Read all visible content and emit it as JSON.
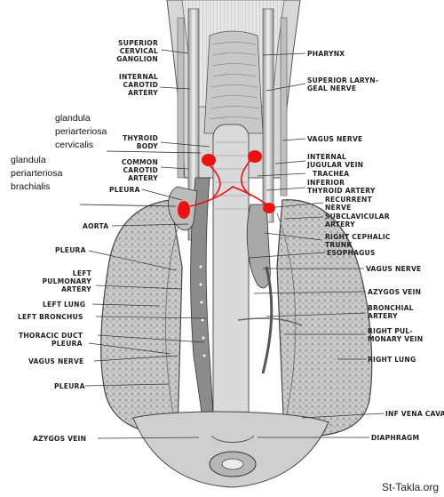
{
  "labels_left": [
    {
      "id": "superior-cervical-ganglion",
      "lines": [
        "SUPERIOR",
        "CERVICAL",
        "GANGLION"
      ]
    },
    {
      "id": "internal-carotid-artery",
      "lines": [
        "INTERNAL",
        "CAROTID",
        "ARTERY"
      ]
    },
    {
      "id": "thyroid-body",
      "lines": [
        "THYROID",
        "BODY"
      ]
    },
    {
      "id": "common-carotid-artery",
      "lines": [
        "COMMON",
        "CAROTID",
        "ARTERY"
      ]
    },
    {
      "id": "pleura-upper",
      "lines": [
        "PLEURA"
      ]
    },
    {
      "id": "aorta",
      "lines": [
        "AORTA"
      ]
    },
    {
      "id": "pleura-left",
      "lines": [
        "PLEURA"
      ]
    },
    {
      "id": "left-pulmonary-artery",
      "lines": [
        "LEFT",
        "PULMONARY",
        "ARTERY"
      ]
    },
    {
      "id": "left-lung",
      "lines": [
        "LEFT LUNG"
      ]
    },
    {
      "id": "left-bronchus",
      "lines": [
        "LEFT BRONCHUS"
      ]
    },
    {
      "id": "thoracic-duct",
      "lines": [
        "THORACIC DUCT"
      ]
    },
    {
      "id": "pleura-mid",
      "lines": [
        "PLEURA"
      ]
    },
    {
      "id": "vagus-nerve-left",
      "lines": [
        "VAGUS NERVE"
      ]
    },
    {
      "id": "pleura-lower",
      "lines": [
        "PLEURA"
      ]
    },
    {
      "id": "azygos-vein-bottom",
      "lines": [
        "AZYGOS VEIN"
      ]
    }
  ],
  "labels_right": [
    {
      "id": "pharynx",
      "lines": [
        "PHARYNX"
      ]
    },
    {
      "id": "superior-laryngeal-nerve",
      "lines": [
        "SUPERIOR LARYN-",
        "GEAL NERVE"
      ]
    },
    {
      "id": "vagus-nerve-upper",
      "lines": [
        "VAGUS NERVE"
      ]
    },
    {
      "id": "internal-jugular-vein",
      "lines": [
        "INTERNAL",
        "JUGULAR VEIN"
      ]
    },
    {
      "id": "trachea",
      "lines": [
        "TRACHEA"
      ]
    },
    {
      "id": "inferior-thyroid-artery",
      "lines": [
        "INFERIOR",
        "THYROID ARTERY"
      ]
    },
    {
      "id": "recurrent-nerve",
      "lines": [
        "RECURRENT",
        "NERVE"
      ]
    },
    {
      "id": "subclavicular-artery",
      "lines": [
        "SUBCLAVICULAR",
        "ARTERY"
      ]
    },
    {
      "id": "right-cephalic-trunk",
      "lines": [
        "RIGHT CEPHALIC",
        "TRUNK"
      ]
    },
    {
      "id": "esophagus",
      "lines": [
        "ESOPHAGUS"
      ]
    },
    {
      "id": "vagus-nerve-right",
      "lines": [
        "VAGUS NERVE"
      ]
    },
    {
      "id": "azygos-vein-right",
      "lines": [
        "AZYGOS VEIN"
      ]
    },
    {
      "id": "bronchial-artery",
      "lines": [
        "BRONCHIAL",
        "ARTERY"
      ]
    },
    {
      "id": "right-pulmonary-vein",
      "lines": [
        "RIGHT PUL-",
        "MONARY VEIN"
      ]
    },
    {
      "id": "right-lung",
      "lines": [
        "RIGHT LUNG"
      ]
    },
    {
      "id": "inf-vena-cava",
      "lines": [
        "INF VENA CAVA"
      ]
    },
    {
      "id": "diaphragm",
      "lines": [
        "DIAPHRAGM"
      ]
    }
  ],
  "annotations": [
    {
      "id": "glandula-cervicalis",
      "lines": [
        "glandula",
        "periarteriosa",
        "cervicalis"
      ]
    },
    {
      "id": "glandula-brachialis",
      "lines": [
        "glandula",
        "periarteriosa",
        "brachialis"
      ]
    }
  ],
  "marker_color": "#ee1111",
  "watermark": "St-Takla.org"
}
